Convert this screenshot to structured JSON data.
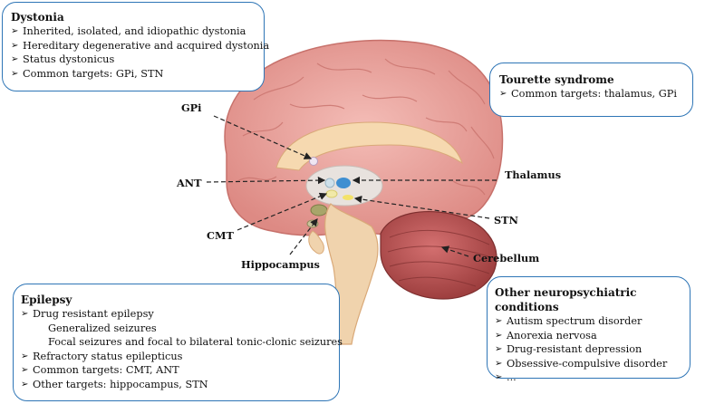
{
  "boxes": {
    "dystonia": {
      "title": "Dystonia",
      "items": [
        "Inherited, isolated, and idiopathic dystonia",
        "Hereditary degenerative and acquired dystonia",
        "Status dystonicus",
        "Common targets: GPi, STN"
      ]
    },
    "tourette": {
      "title": "Tourette syndrome",
      "items": [
        "Common targets:  thalamus, GPi"
      ]
    },
    "epilepsy": {
      "title": "Epilepsy",
      "items": [
        "Drug resistant epilepsy",
        "Generalized seizures",
        "Focal seizures and focal to bilateral tonic-clonic seizures",
        "Refractory status epilepticus",
        "Common targets: CMT, ANT",
        "Other targets: hippocampus, STN"
      ]
    },
    "other": {
      "title": "Other neuropsychiatric conditions",
      "items": [
        "Autism spectrum disorder",
        "Anorexia nervosa",
        "Drug-resistant depression",
        "Obsessive-compulsive disorder",
        "..."
      ]
    }
  },
  "bullet_glyph": "➢",
  "labels": {
    "gpi": "GPi",
    "ant": "ANT",
    "cmt": "CMT",
    "hippocampus": "Hippocampus",
    "thalamus": "Thalamus",
    "stn": "STN",
    "cerebellum": "Cerebellum"
  },
  "colors": {
    "box_border": "#2e75b6",
    "brain": "#e89a95",
    "cerebellum": "#b55353",
    "brainstem": "#e8c9a4"
  }
}
